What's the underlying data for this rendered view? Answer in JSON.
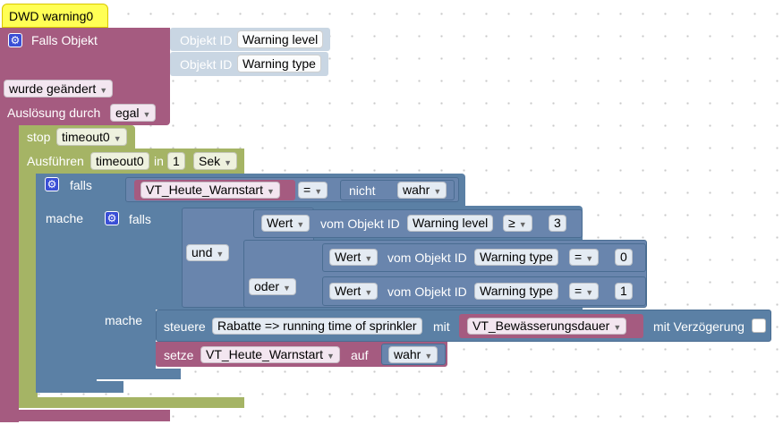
{
  "comment": "DWD warning0",
  "trigger": {
    "label": "Falls Objekt",
    "objekt_id_label": "Objekt ID",
    "objects": [
      "Warning level",
      "Warning type"
    ],
    "change_option": "wurde geändert",
    "ausloesung_label": "Auslösung durch",
    "ausloesung_value": "egal"
  },
  "stop": {
    "label": "stop",
    "timeout": "timeout0"
  },
  "ausfuehren": {
    "label": "Ausführen",
    "timeout": "timeout0",
    "in_label": "in",
    "amount": "1",
    "unit": "Sek"
  },
  "if_outer": {
    "falls_label": "falls",
    "mache_label": "mache",
    "variable": "VT_Heute_Warnstart",
    "compare_op": "=",
    "not_label": "nicht",
    "not_value": "wahr"
  },
  "if_inner": {
    "falls_label": "falls",
    "mache_label": "mache",
    "and_op": "und",
    "or_op": "oder",
    "cond1": {
      "attr": "Wert",
      "vom_label": "vom Objekt ID",
      "object": "Warning level",
      "op": "≥",
      "value": "3"
    },
    "cond2": {
      "attr": "Wert",
      "vom_label": "vom Objekt ID",
      "object": "Warning type",
      "op": "=",
      "value": "0"
    },
    "cond3": {
      "attr": "Wert",
      "vom_label": "vom Objekt ID",
      "object": "Warning type",
      "op": "=",
      "value": "1"
    }
  },
  "control": {
    "label": "steuere",
    "target": "Rabatte => running time of sprinkler",
    "mit_label": "mit",
    "variable": "VT_Bewässerungsdauer",
    "delay_label": "mit Verzögerung"
  },
  "set": {
    "label": "setze",
    "variable": "VT_Heute_Warnstart",
    "auf_label": "auf",
    "value": "wahr"
  },
  "colors": {
    "trigger_purple": "#a55b80",
    "timeout_olive": "#a5b465",
    "logic_blue": "#5b80a5",
    "comment_yellow": "#ffff55",
    "gear_blue": "#3a4fd6"
  },
  "icons": {
    "gear": "gear-icon",
    "dropdown": "chevron-down-icon"
  }
}
